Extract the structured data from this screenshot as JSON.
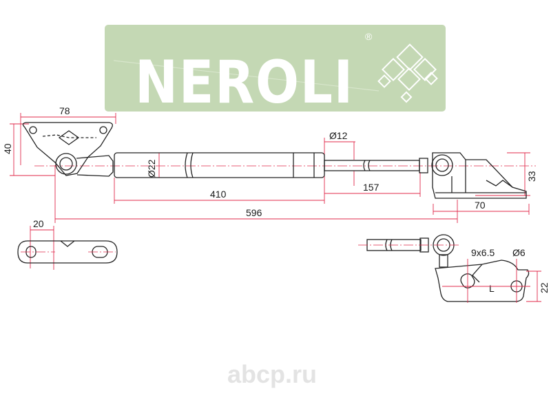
{
  "brand": {
    "name": "NEROLI",
    "registered_mark": "®",
    "bg_color": "#c4d8b4",
    "logo_icon": "diamond-lattice-icon"
  },
  "dimensions": {
    "bracket_width": "78",
    "bracket_height": "40",
    "cylinder_diameter": "Ø22",
    "rod_diameter": "Ø12",
    "cylinder_length": "410",
    "rod_length": "157",
    "total_length": "596",
    "right_bracket_height": "33",
    "right_bracket_width": "70",
    "left_plate_offset": "20",
    "slot_size": "9x6.5",
    "hole_diameter": "Ø6",
    "plate_height": "22",
    "side_mark": "L"
  },
  "watermark": {
    "text": "abcp.ru",
    "color": "#e3e3e3"
  },
  "colors": {
    "dimension_lines": "#e0284a",
    "outline": "#222222"
  }
}
